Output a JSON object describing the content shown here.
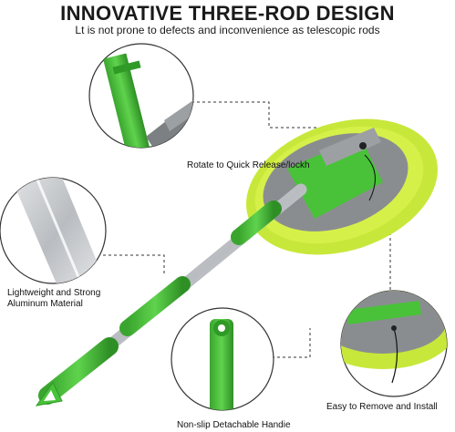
{
  "header": {
    "title": "INNOVATIVE THREE-ROD DESIGN",
    "subtitle": "Lt is not prone to defects and inconvenience as telescopic rods"
  },
  "callouts": {
    "quick_release": "Rotate to Quick Release/lockh",
    "lightweight_line1": "Lightweight and Strong",
    "lightweight_line2": "Aluminum Material",
    "remove_install": "Easy to Remove and Install",
    "handle": "Non-slip Detachable Handie"
  },
  "colors": {
    "accent_green": "#49c23a",
    "dark_green": "#2f9a26",
    "chenille_yellow": "#c7e83a",
    "grey_cloth": "#8a8d90",
    "aluminum": "#c9ccd0"
  }
}
